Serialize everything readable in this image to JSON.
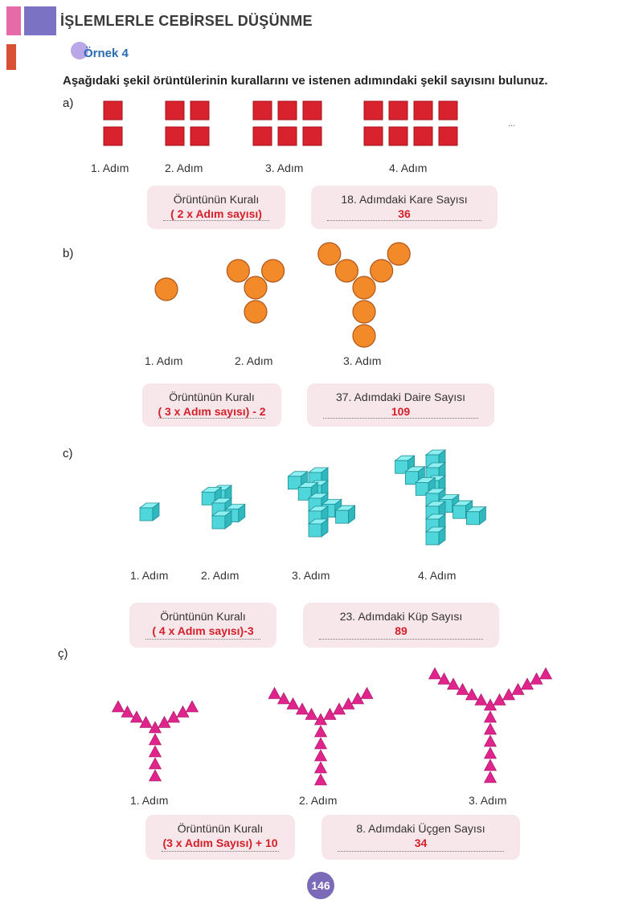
{
  "header": {
    "title": "İŞLEMLERLE CEBİRSEL DÜŞÜNME"
  },
  "example": {
    "label": "Örnek 4"
  },
  "instruction": "Aşağıdaki şekil örüntülerinin kurallarını ve istenen adımındaki şekil sayısını bulunuz.",
  "sections": {
    "a": {
      "label": "a)",
      "steps": [
        "1. Adım",
        "2. Adım",
        "3. Adım",
        "4. Adım"
      ],
      "ellipsis": "...",
      "rule_title": "Örüntünün Kuralı",
      "rule": "( 2 x Adım sayısı)",
      "question": "18. Adımdaki Kare Sayısı",
      "answer": "36"
    },
    "b": {
      "label": "b)",
      "steps": [
        "1. Adım",
        "2. Adım",
        "3. Adım"
      ],
      "rule_title": "Örüntünün Kuralı",
      "rule": "( 3 x Adım sayısı) - 2",
      "question": "37. Adımdaki Daire Sayısı",
      "answer": "109"
    },
    "c": {
      "label": "c)",
      "steps": [
        "1. Adım",
        "2. Adım",
        "3. Adım",
        "4. Adım"
      ],
      "rule_title": "Örüntünün Kuralı",
      "rule": "( 4 x Adım sayısı)-3",
      "question": "23. Adımdaki Küp Sayısı",
      "answer": "89"
    },
    "d": {
      "label": "ç)",
      "steps": [
        "1. Adım",
        "2. Adım",
        "3. Adım"
      ],
      "rule_title": "Örüntünün Kuralı",
      "rule": "(3 x Adım Sayısı) + 10",
      "question": "8. Adımdaki Üçgen Sayısı",
      "answer": "34"
    }
  },
  "page_number": "146",
  "colors": {
    "square": "#d8232e",
    "circle": "#f28a2a",
    "cube": "#4fd6da",
    "triangle": "#e0248c",
    "answer": "#d4202a",
    "box": "#f7e6ea"
  }
}
